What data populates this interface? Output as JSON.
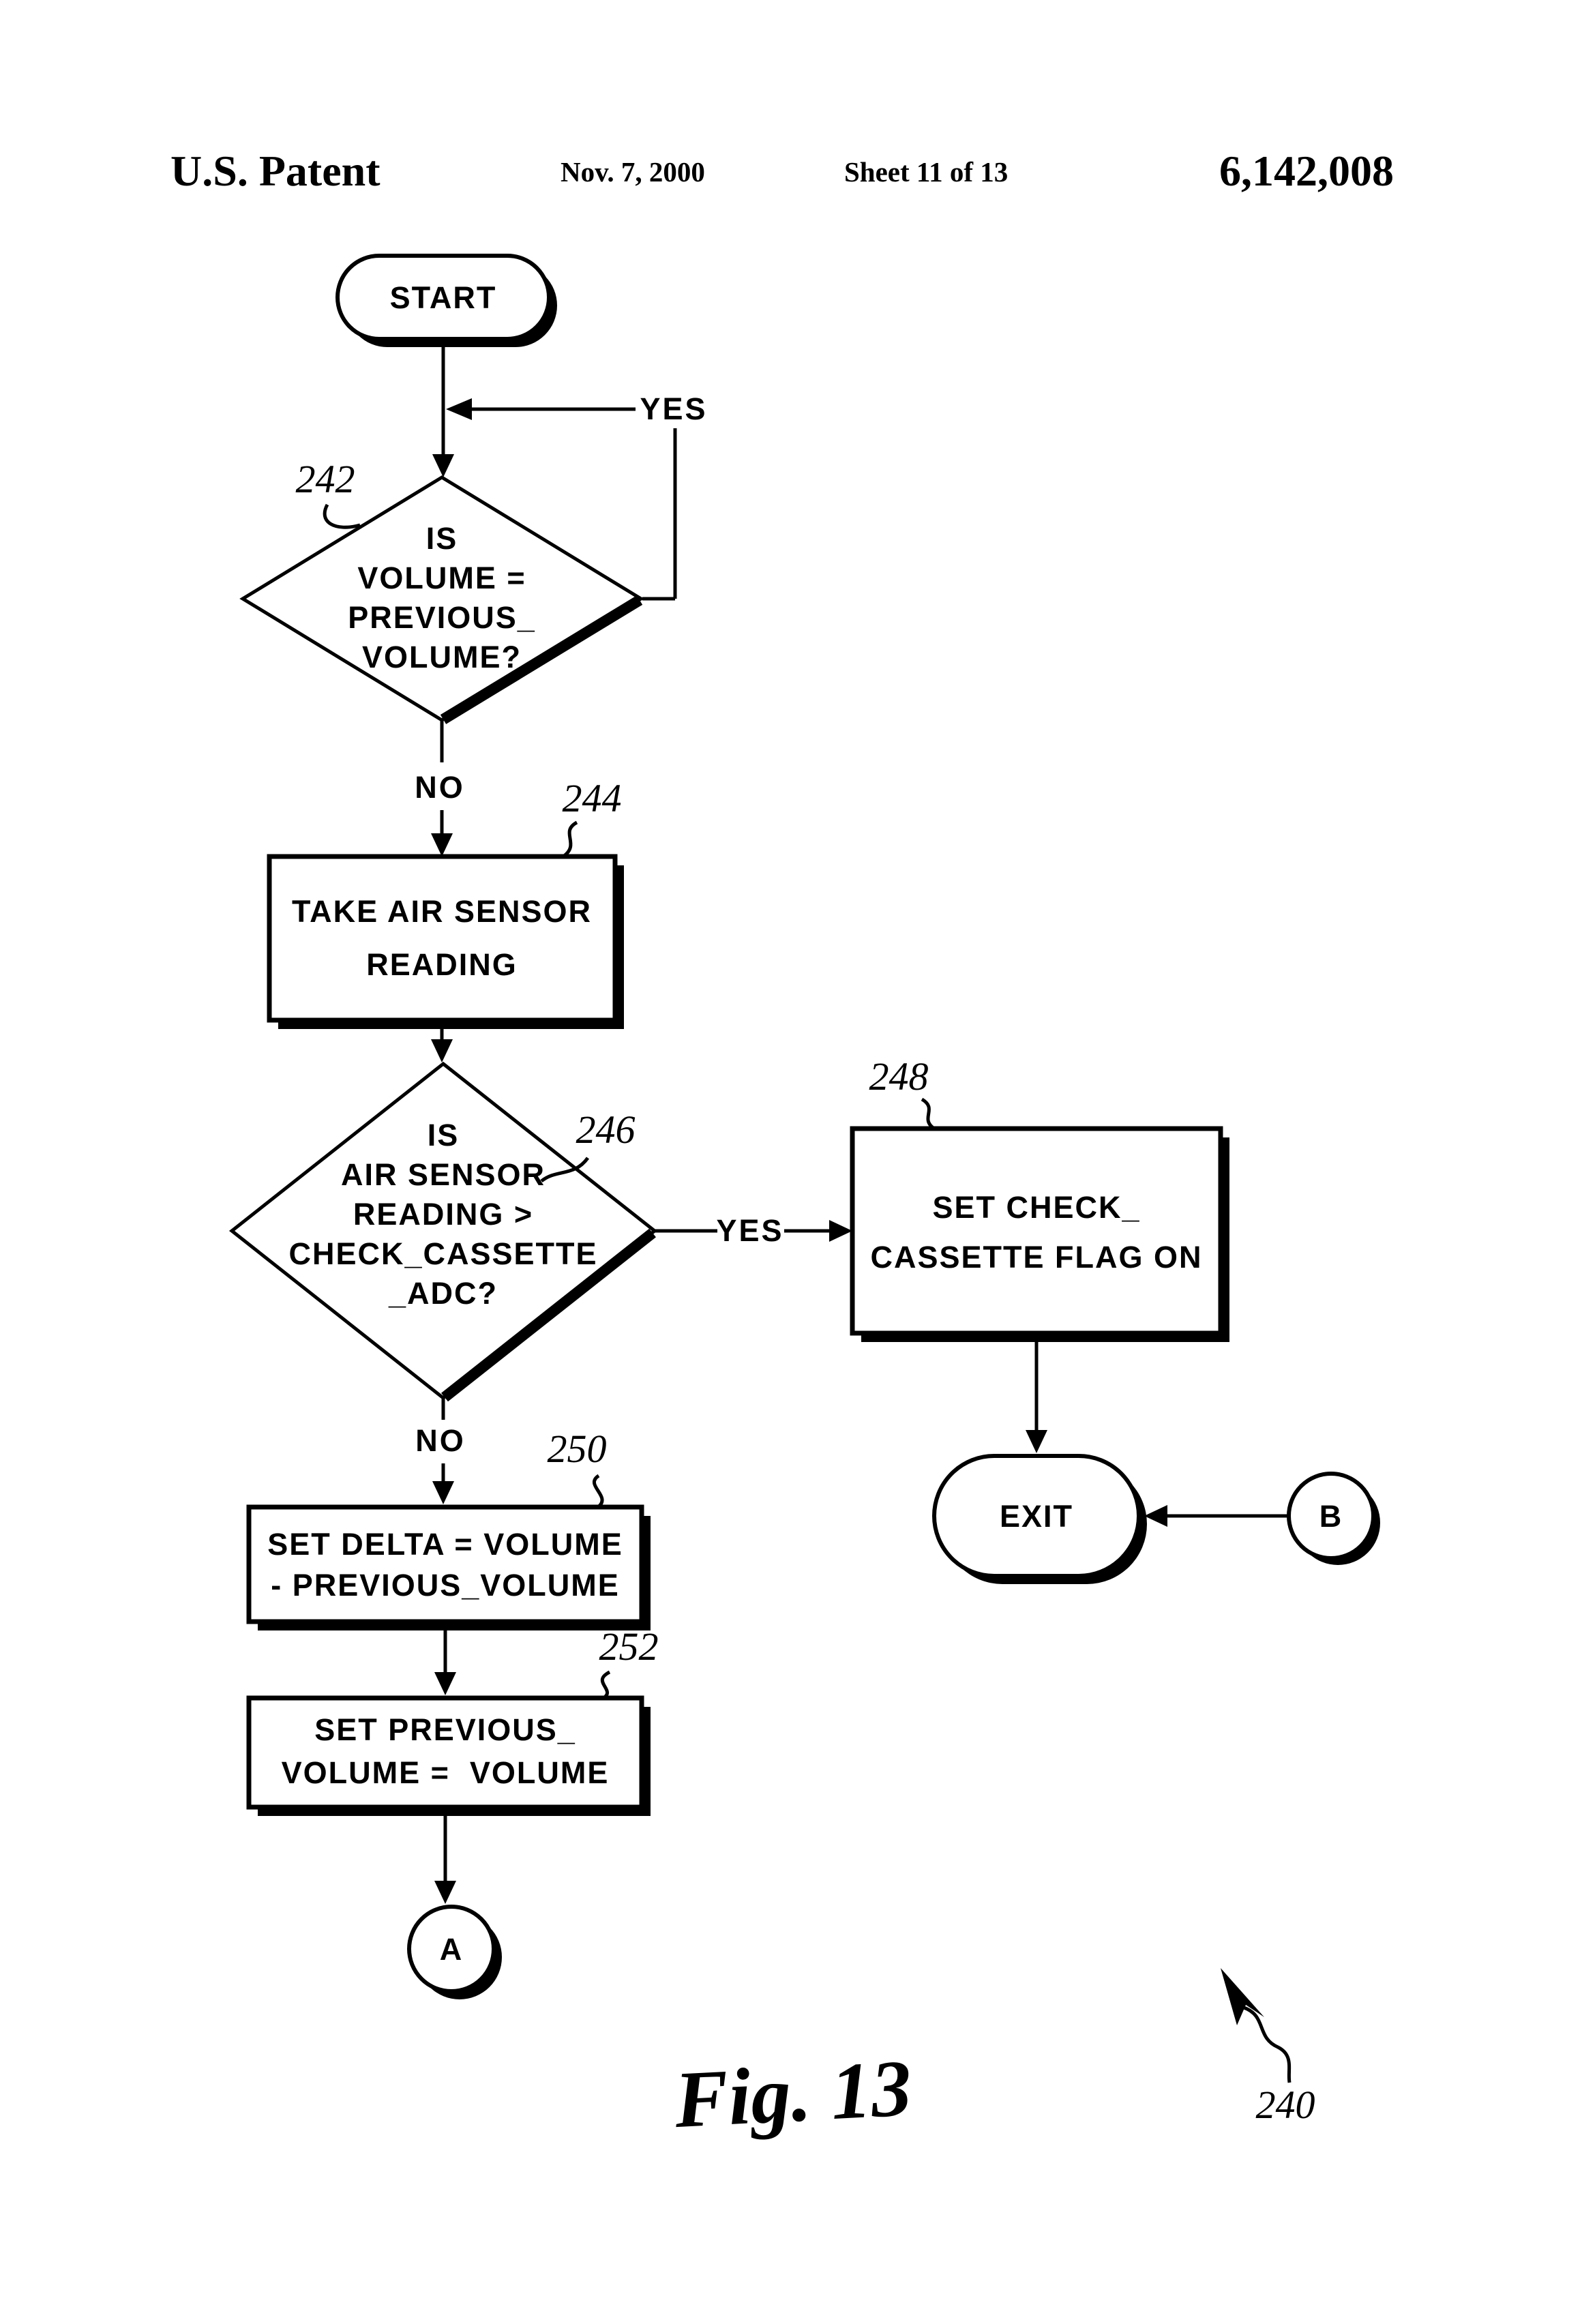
{
  "header": {
    "patent_label": "U.S. Patent",
    "date": "Nov. 7, 2000",
    "sheet": "Sheet 11 of 13",
    "patent_number": "6,142,008"
  },
  "flowchart": {
    "start": {
      "label": "START"
    },
    "decision_242": {
      "ref": "242",
      "line1": "IS",
      "line2": "VOLUME =",
      "line3": "PREVIOUS_",
      "line4": "VOLUME?",
      "yes_label": "YES",
      "no_label": "NO"
    },
    "process_244": {
      "ref": "244",
      "line1": "TAKE AIR SENSOR",
      "line2": "READING"
    },
    "decision_246": {
      "ref": "246",
      "line1": "IS",
      "line2": "AIR SENSOR",
      "line3": "READING >",
      "line4": "CHECK_CASSETTE",
      "line5": "_ADC?",
      "yes_label": "YES",
      "no_label": "NO"
    },
    "process_248": {
      "ref": "248",
      "line1": "SET CHECK_",
      "line2": "CASSETTE FLAG ON"
    },
    "terminal_exit": {
      "label": "EXIT"
    },
    "connector_b": {
      "label": "B"
    },
    "process_250": {
      "ref": "250",
      "line1": "SET DELTA = VOLUME",
      "line2": "- PREVIOUS_VOLUME"
    },
    "process_252": {
      "ref": "252",
      "line1": "SET PREVIOUS_",
      "line2": "VOLUME =  VOLUME"
    },
    "connector_a": {
      "label": "A"
    }
  },
  "figure": {
    "caption": "Fig. 13",
    "ref": "240"
  },
  "colors": {
    "ink": "#000000",
    "paper": "#ffffff"
  }
}
